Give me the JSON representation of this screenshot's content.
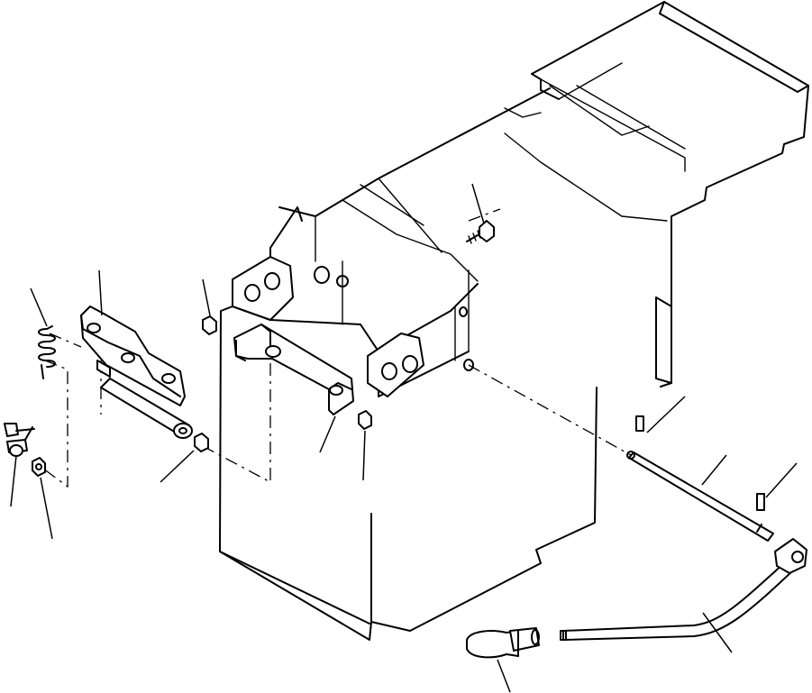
{
  "drawing": {
    "kind": "exploded-parts-view",
    "line_color": "#000000",
    "background": "#ffffff",
    "parts": [
      "main-console-frame",
      "left-hinge-plate",
      "center-mount-bracket",
      "tension-spring",
      "spring-lever-pin",
      "small-nut",
      "bracket-nut",
      "bracket-nut-right",
      "hex-bolt",
      "roll-pin-upper",
      "roll-pin-lower",
      "lever-shaft",
      "lever-rod",
      "lever-knob"
    ]
  }
}
